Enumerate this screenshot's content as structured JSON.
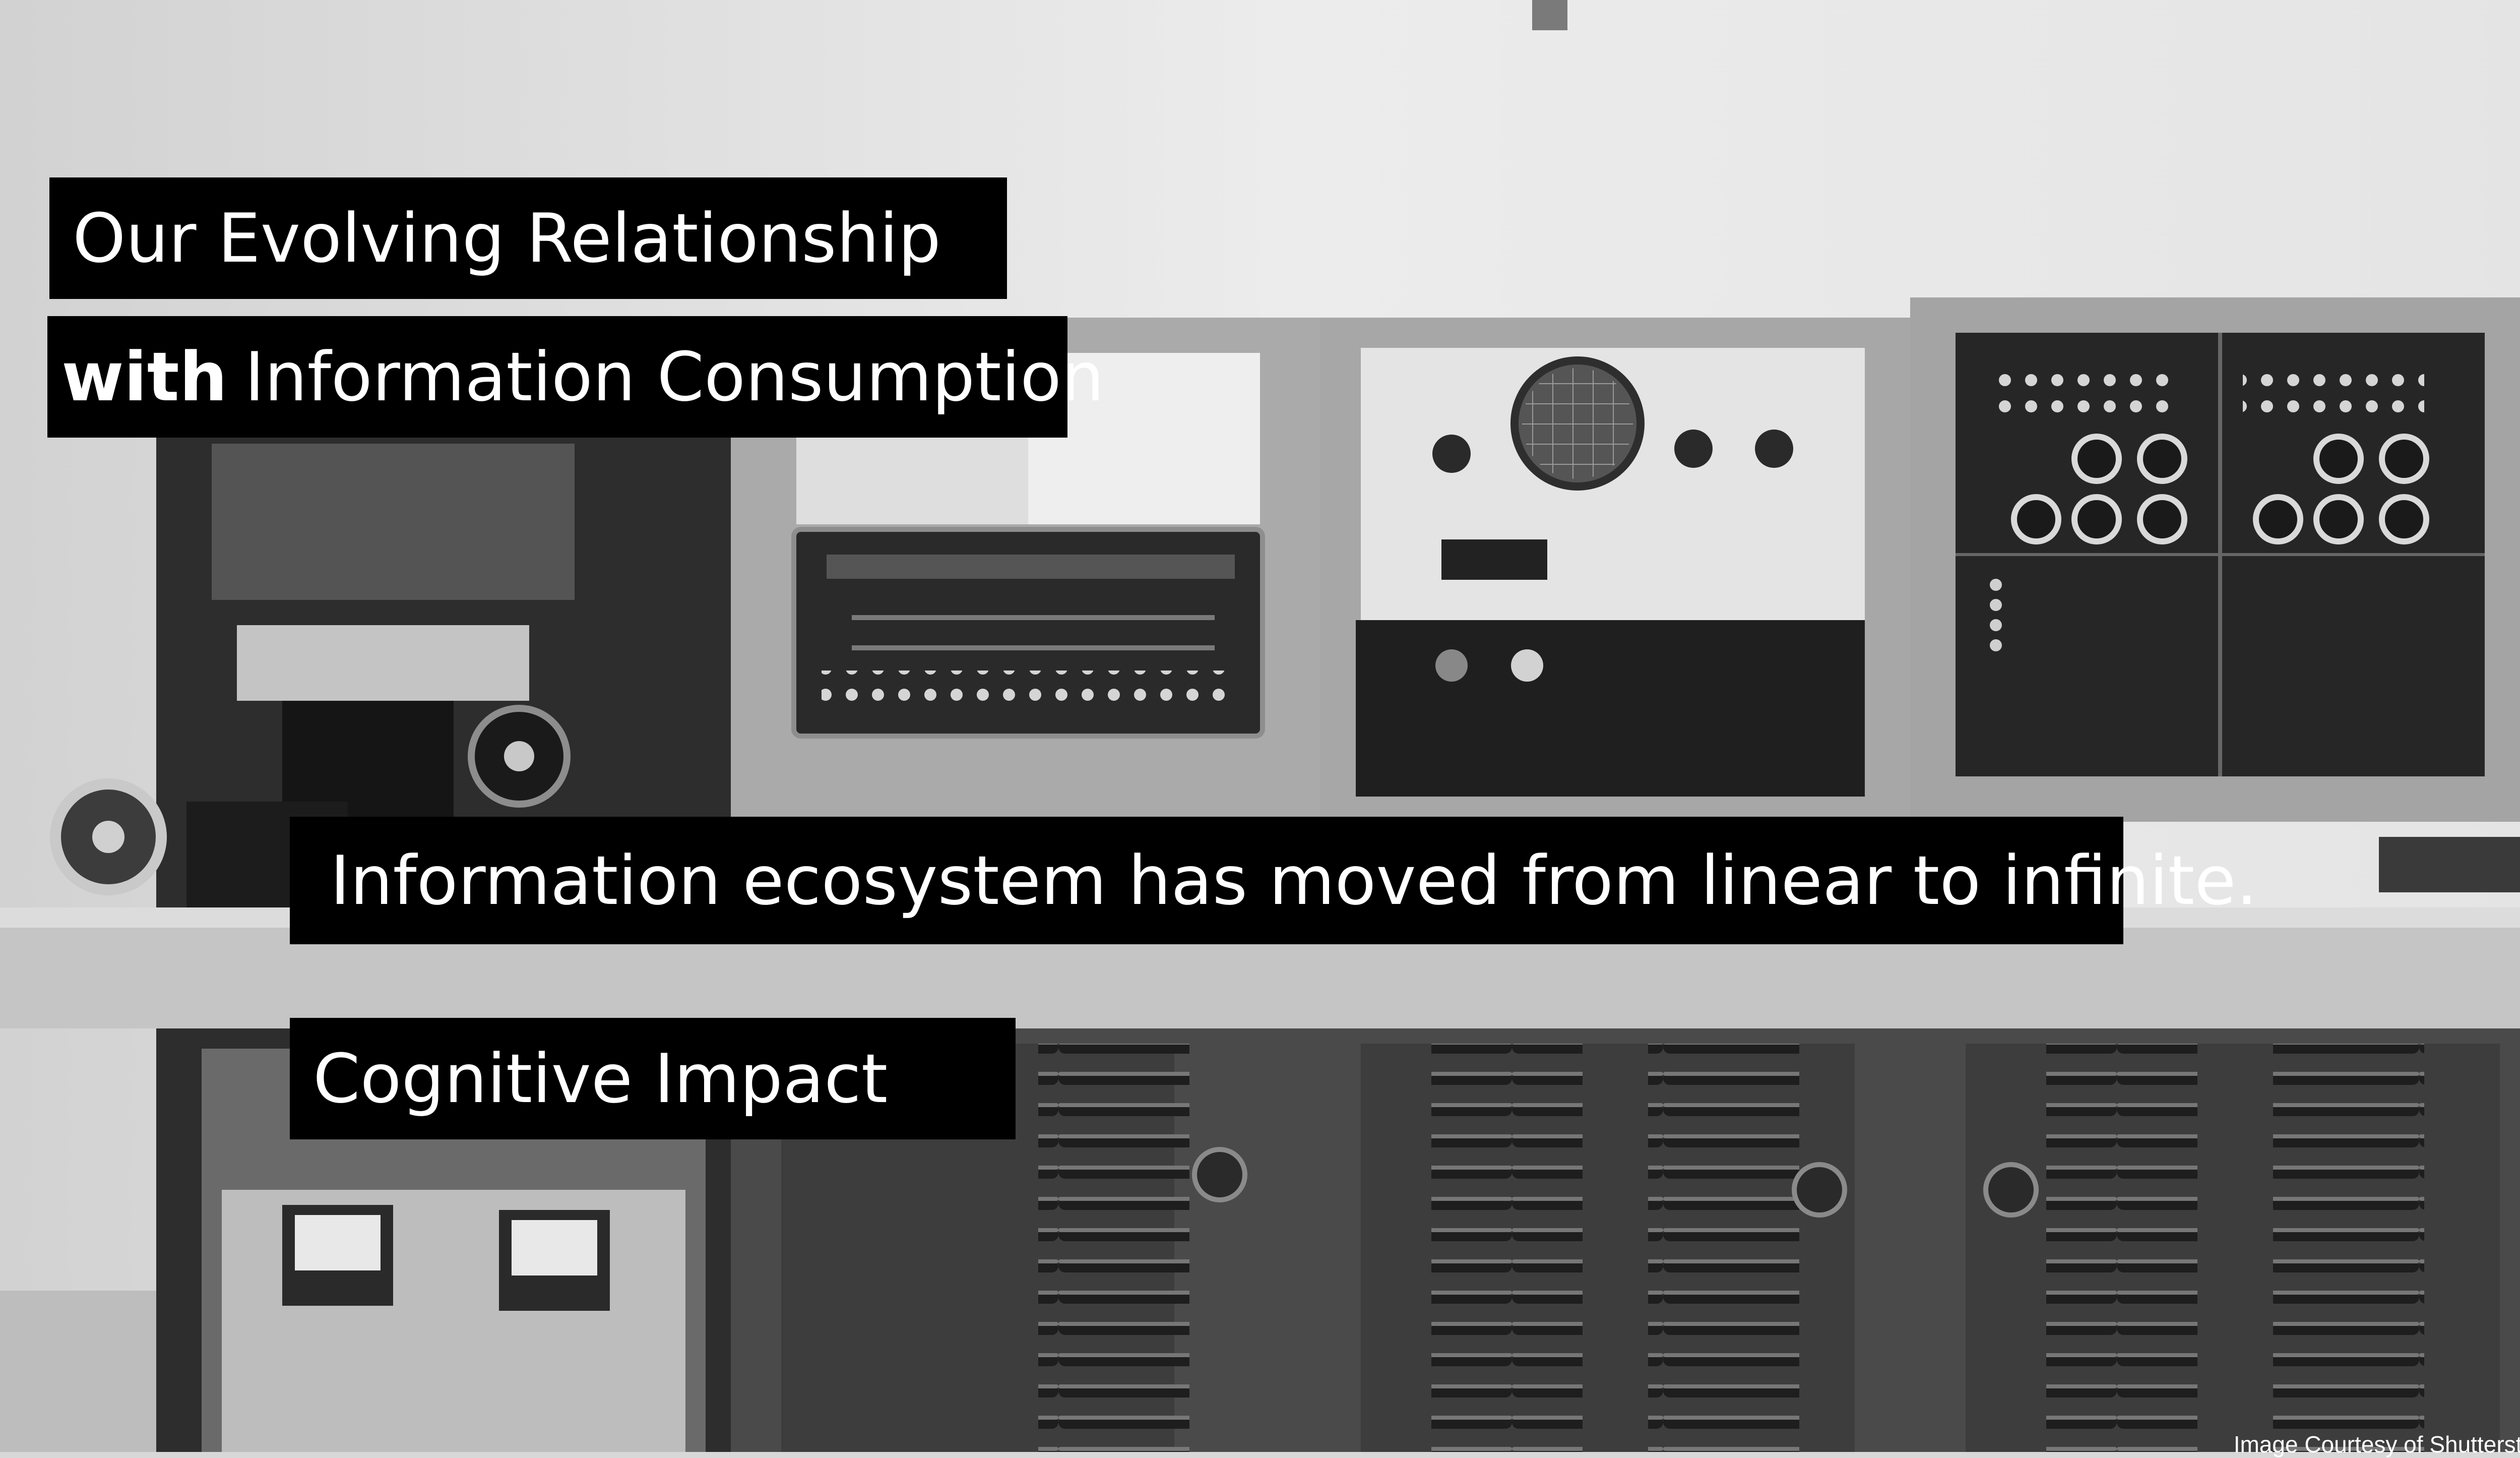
{
  "slide": {
    "title_line1": "Our Evolving Relationship",
    "title_line2_prefix": "with",
    "title_line2_rest": "Information Consumption",
    "statement": "Information ecosystem has moved from linear to infinite.",
    "section_label": "Cognitive Impact",
    "image_credit": "Image Courtesy of Shutterstock"
  },
  "colors": {
    "label_background": "#000000",
    "label_text": "#ffffff"
  }
}
